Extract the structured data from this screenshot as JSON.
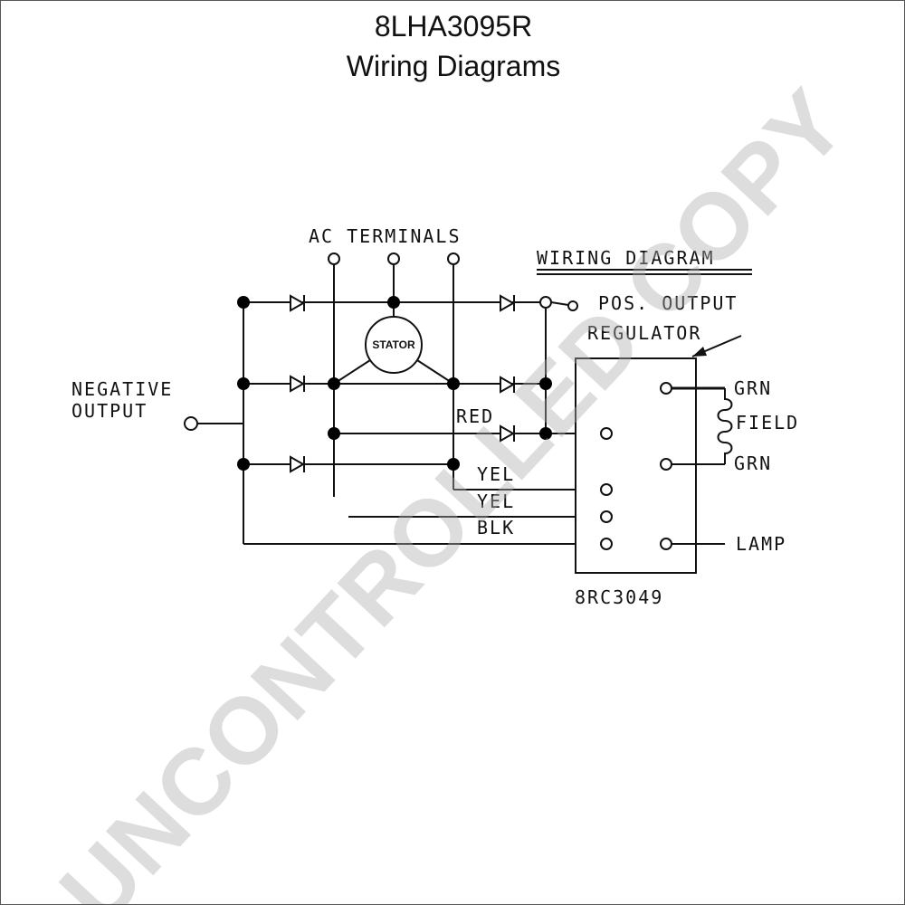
{
  "header": {
    "part_number": "8LHA3095R",
    "subtitle": "Wiring Diagrams"
  },
  "diagram": {
    "heading": "WIRING DIAGRAM",
    "ac_terminals_label": "AC TERMINALS",
    "stator_label": "STATOR",
    "negative_output_label_line1": "NEGATIVE",
    "negative_output_label_line2": "OUTPUT",
    "pos_output_label": "POS. OUTPUT",
    "regulator_label": "REGULATOR",
    "wire_red": "RED",
    "wire_yel_1": "YEL",
    "wire_yel_2": "YEL",
    "wire_blk": "BLK",
    "field_grn_top": "GRN",
    "field_label": "FIELD",
    "field_grn_bottom": "GRN",
    "lamp_label": "LAMP",
    "regulator_part": "8RC3049"
  },
  "watermark": {
    "text": "UNCONTROLLED COPY"
  },
  "colors": {
    "line": "#111111",
    "watermark": "#afafaf"
  }
}
